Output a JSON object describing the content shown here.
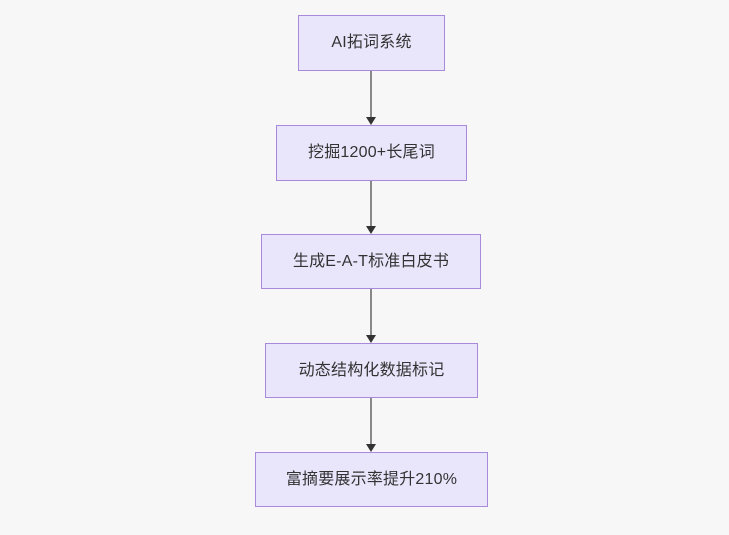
{
  "diagram": {
    "type": "flowchart",
    "direction": "top-to-bottom",
    "background_color": "#f7f7f7",
    "node_fill_color": "#e9e6fb",
    "node_border_color": "#a78bda",
    "node_text_color": "#333333",
    "edge_line_color": "#888888",
    "edge_arrow_color": "#333333",
    "nodes": [
      {
        "id": "n0",
        "label": "AI拓词系统"
      },
      {
        "id": "n1",
        "label": "挖掘1200+长尾词"
      },
      {
        "id": "n2",
        "label": "生成E-A-T标准白皮书"
      },
      {
        "id": "n3",
        "label": "动态结构化数据标记"
      },
      {
        "id": "n4",
        "label": "富摘要展示率提升210%"
      }
    ],
    "edges": [
      {
        "from": "n0",
        "to": "n1",
        "label": ""
      },
      {
        "from": "n1",
        "to": "n2",
        "label": ""
      },
      {
        "from": "n2",
        "to": "n3",
        "label": ""
      },
      {
        "from": "n3",
        "to": "n4",
        "label": ""
      }
    ]
  }
}
